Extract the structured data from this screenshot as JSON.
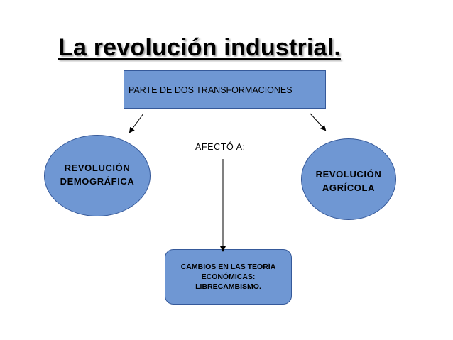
{
  "title": "La revolución industrial.",
  "top_box": {
    "label": "PARTE DE DOS TRANSFORMACIONES"
  },
  "connector_label": "AFECTÓ A:",
  "left_node": {
    "line1": "REVOLUCIÓN",
    "line2": "DEMOGRÁFICA"
  },
  "right_node": {
    "line1": "REVOLUCIÓN",
    "line2": "AGRÍCOLA"
  },
  "bottom_box": {
    "line1": "CAMBIOS EN LAS TEORÍA",
    "line2": "ECONÓMICAS:",
    "line3_underlined": "LIBRECAMBISMO",
    "line3_suffix": "."
  },
  "colors": {
    "node_fill": "#6f97d3",
    "node_border": "#35599a",
    "text": "#000000",
    "background": "#ffffff"
  }
}
